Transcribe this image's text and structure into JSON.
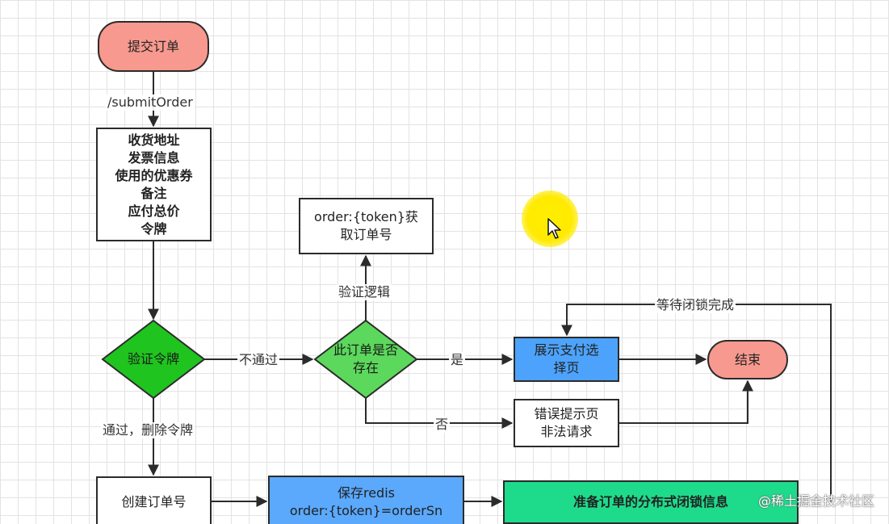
{
  "nodes": {
    "submit_order": "提交订单",
    "order_info_lines": [
      "收货地址",
      "发票信息",
      "使用的优惠券",
      "备注",
      "应付总价",
      "令牌"
    ],
    "verify_token": "验证令牌",
    "order_exists_lines": [
      "此订单是否",
      "存在"
    ],
    "get_order_number_lines": [
      "order:{token}获",
      "取订单号"
    ],
    "show_payment_lines": [
      "展示支付选",
      "择页"
    ],
    "error_page_lines": [
      "错误提示页",
      "非法请求"
    ],
    "end": "结束",
    "create_order_number": "创建订单号",
    "save_redis_lines": [
      "保存redis",
      "order:{token}=orderSn"
    ],
    "prepare_lock": "准备订单的分布式闭锁信息"
  },
  "edge_labels": {
    "submit_path": "/submitOrder",
    "not_pass": "不通过",
    "pass_delete_token": "通过，删除令牌",
    "verify_logic": "验证逻辑",
    "yes": "是",
    "no": "否",
    "wait_lock": "等待闭锁完成"
  },
  "watermark": "@稀土掘金技术社区",
  "colors": {
    "submit_fill": "#f8998f",
    "verify_token_fill": "#1fc41f",
    "order_exists_fill": "#5cd85c",
    "payment_fill": "#4da3fb",
    "end_fill": "#f8998f",
    "redis_fill": "#5aa9fd",
    "lock_fill": "#1edb8c",
    "highlight": "#ffee00"
  }
}
